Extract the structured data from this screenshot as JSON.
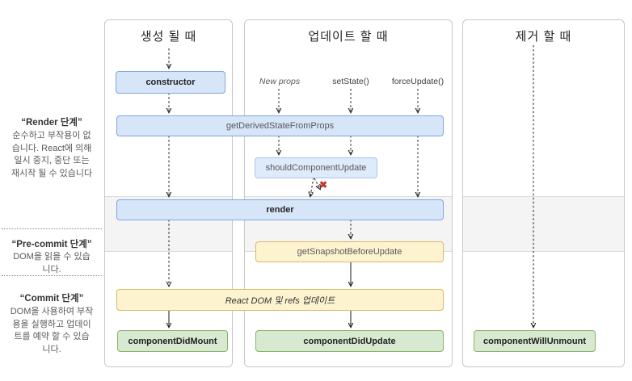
{
  "columns": [
    {
      "title": "생성 될 때"
    },
    {
      "title": "업데이트 할 때"
    },
    {
      "title": "제거 할 때"
    }
  ],
  "sidebar": {
    "render_phase": {
      "title": "“Render 단계”",
      "body": "순수하고 부작용이 없\n습니다. React에 의해\n일시 중지, 중단 또는\n재시작 될 수 있습니다"
    },
    "precommit_phase": {
      "title": "“Pre-commit 단계”",
      "body": "DOM을 읽을 수 있습\n니다."
    },
    "commit_phase": {
      "title": "“Commit 단계”",
      "body": "DOM을 사용하여 부작\n용을 실행하고 업데이\n트를 예약 할 수 있습\n니다."
    }
  },
  "triggers": {
    "new_props": "New props",
    "set_state": "setState()",
    "force_update": "forceUpdate()"
  },
  "boxes": {
    "constructor_method": "constructor",
    "get_derived_state_from_props": "getDerivedStateFromProps",
    "should_component_update": "shouldComponentUpdate",
    "render_method": "render",
    "get_snapshot_before_update": "getSnapshotBeforeUpdate",
    "react_dom_update": "React DOM 및 refs 업데이트",
    "component_did_mount": "componentDidMount",
    "component_did_update": "componentDidUpdate",
    "component_will_unmount": "componentWillUnmount"
  },
  "icons": {
    "skip_x": "✖"
  },
  "colors": {
    "lifecycle_blue_fill": "#d6e5f8",
    "lifecycle_blue_border": "#7fa7da",
    "optional_blue_fill": "#dfeafb",
    "optional_blue_border": "#a9c5e8",
    "yellow_fill": "#fdf3cf",
    "yellow_border": "#d9ba66",
    "green_fill": "#d7e9d1",
    "green_border": "#84b566",
    "phase_band": "#f4f4f4",
    "skip_x_red": "#c2392b"
  }
}
